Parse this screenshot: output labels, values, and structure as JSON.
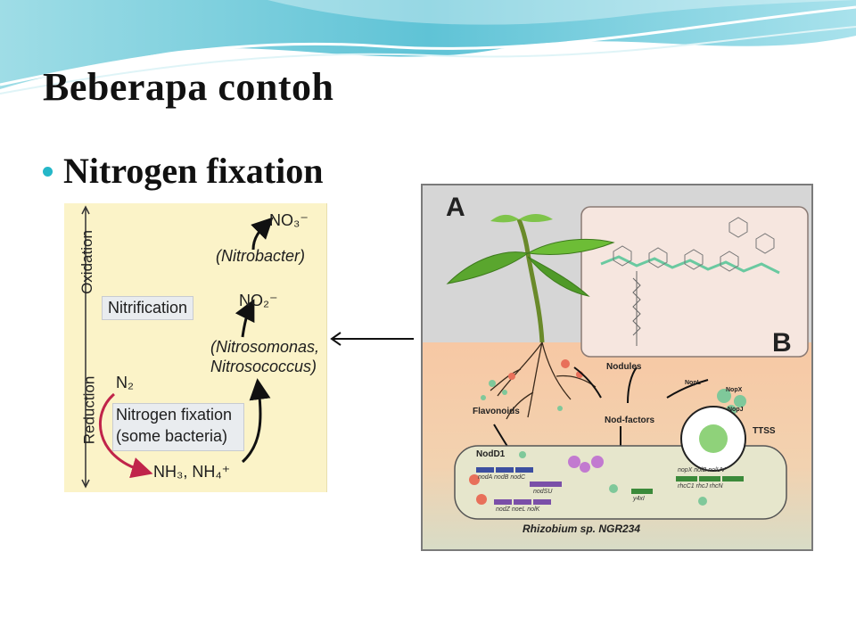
{
  "slide": {
    "title": "Beberapa contoh",
    "bullet": "Nitrogen fixation"
  },
  "cycle_figure": {
    "axis_oxidation": "Oxidation",
    "axis_reduction": "Reduction",
    "no3": "NO₃⁻",
    "nitrobacter": "(Nitrobacter)",
    "nitrification": "Nitrification",
    "no2": "NO₂⁻",
    "nitrosomonas_line1": "(Nitrosomonas,",
    "nitrosomonas_line2": "Nitrosococcus)",
    "n2": "N₂",
    "fixation_line1": "Nitrogen fixation",
    "fixation_line2": "(some bacteria)",
    "nh": "NH₃, NH₄⁺",
    "colors": {
      "background": "#fbf3c8",
      "arrow": "#111111",
      "fixation_arrow": "#c0244a"
    }
  },
  "plant_figure": {
    "label_a": "A",
    "label_b": "B",
    "nodules": "Nodules",
    "flavonoids": "Flavonoids",
    "nod_factors": "Nod-factors",
    "ttss": "TTSS",
    "nodd1": "NodD1",
    "nopl": "NopL",
    "nopx": "NopX",
    "nopj": "NopJ",
    "caption": "Rhizobium sp. NGR234",
    "genes_row1": "nodA nodB nodC",
    "genes_row2": "nodSU",
    "genes_row3": "nodZ noeL nolK",
    "genes_right1": "nopX nolB nolUV",
    "genes_right2": "rhcC1 rhcJ rhcN",
    "gene_y4xl": "y4xI"
  }
}
